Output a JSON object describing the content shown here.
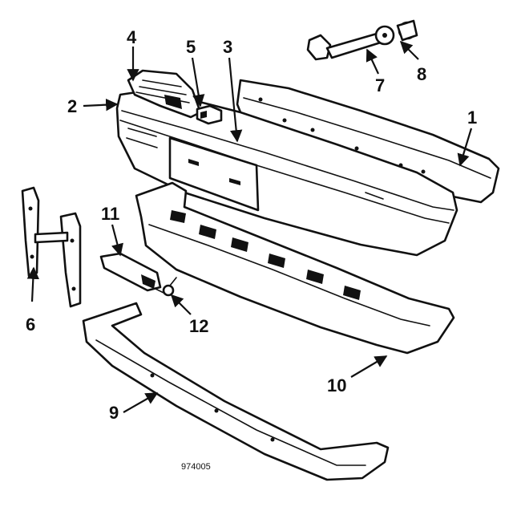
{
  "callouts": {
    "p1": "1",
    "p2": "2",
    "p3": "3",
    "p4": "4",
    "p5": "5",
    "p6": "6",
    "p7": "7",
    "p8": "8",
    "p9": "9",
    "p10": "10",
    "p11": "11",
    "p12": "12"
  },
  "figure_number": "974005",
  "colors": {
    "ink": "#111111",
    "paper": "#ffffff"
  }
}
